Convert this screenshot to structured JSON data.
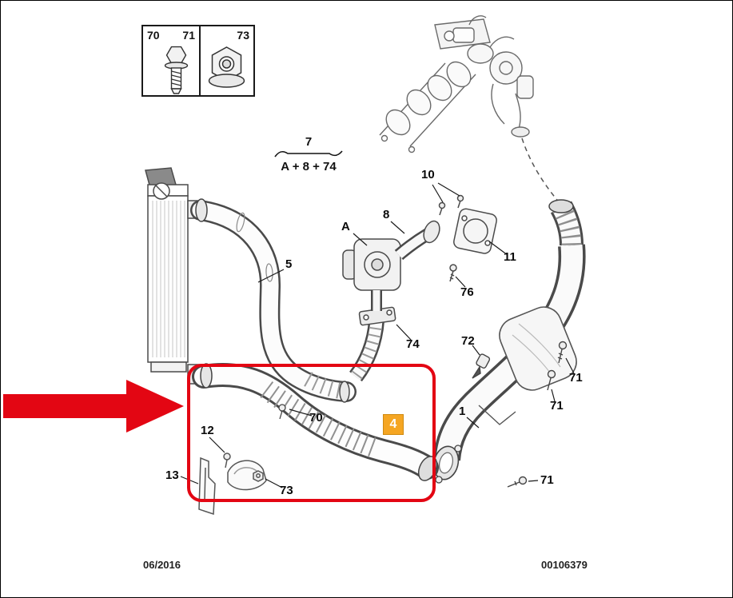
{
  "footer": {
    "date": "06/2016",
    "doc_number": "00106379"
  },
  "legend": {
    "bolt_screw_label": "70",
    "bolt_washer_label": "71",
    "nut_label": "73"
  },
  "assembly_note": {
    "numerator": "7",
    "denominator": "A + 8 + 74"
  },
  "highlight": {
    "badge_label": "4"
  },
  "part_labels": [
    {
      "ref": "5"
    },
    {
      "ref": "10"
    },
    {
      "ref": "8"
    },
    {
      "ref": "A"
    },
    {
      "ref": "11"
    },
    {
      "ref": "76"
    },
    {
      "ref": "74"
    },
    {
      "ref": "72"
    },
    {
      "ref": "71"
    },
    {
      "ref": "71"
    },
    {
      "ref": "70"
    },
    {
      "ref": "12"
    },
    {
      "ref": "13"
    },
    {
      "ref": "73"
    },
    {
      "ref": "1"
    },
    {
      "ref": "71"
    }
  ],
  "colors": {
    "highlight_box": "#e30613",
    "arrow": "#e30613",
    "badge_bg": "#f5a623",
    "line_art": "#4a4a4a"
  }
}
